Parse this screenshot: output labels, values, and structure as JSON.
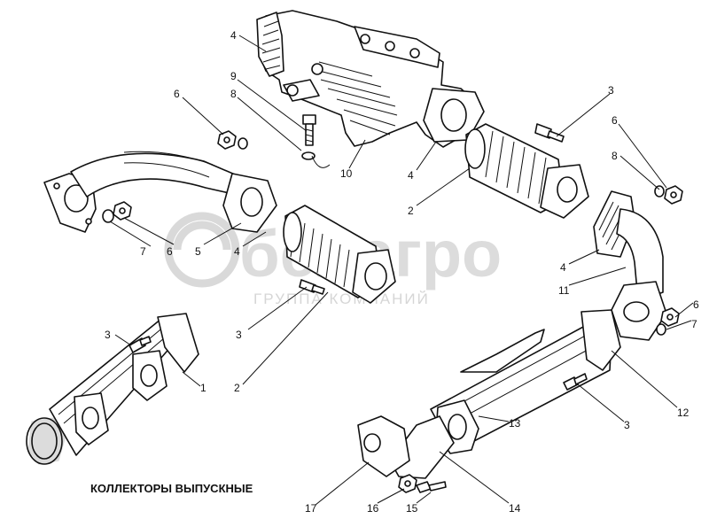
{
  "watermark": {
    "brand": "белагро",
    "tagline": "ГРУППА КОМПАНИЙ"
  },
  "caption": "КОЛЛЕКТОРЫ ВЫПУСКНЫЕ",
  "callouts": [
    {
      "id": "c4-top",
      "label": "4"
    },
    {
      "id": "c9",
      "label": "9"
    },
    {
      "id": "c8-left",
      "label": "8"
    },
    {
      "id": "c6-left",
      "label": "6"
    },
    {
      "id": "c10",
      "label": "10"
    },
    {
      "id": "c4-mid",
      "label": "4"
    },
    {
      "id": "c2-right",
      "label": "2"
    },
    {
      "id": "c3-top",
      "label": "3"
    },
    {
      "id": "c6-right",
      "label": "6"
    },
    {
      "id": "c8-right",
      "label": "8"
    },
    {
      "id": "c7-left",
      "label": "7"
    },
    {
      "id": "c6-mid",
      "label": "6"
    },
    {
      "id": "c5",
      "label": "5"
    },
    {
      "id": "c4-left",
      "label": "4"
    },
    {
      "id": "c4-r2",
      "label": "4"
    },
    {
      "id": "c11",
      "label": "11"
    },
    {
      "id": "c6-r2",
      "label": "6"
    },
    {
      "id": "c7-right",
      "label": "7"
    },
    {
      "id": "c3-mid",
      "label": "3"
    },
    {
      "id": "c3-left",
      "label": "3"
    },
    {
      "id": "c1",
      "label": "1"
    },
    {
      "id": "c2-mid",
      "label": "2"
    },
    {
      "id": "c12",
      "label": "12"
    },
    {
      "id": "c3-low",
      "label": "3"
    },
    {
      "id": "c13",
      "label": "13"
    },
    {
      "id": "c17",
      "label": "17"
    },
    {
      "id": "c16",
      "label": "16"
    },
    {
      "id": "c15",
      "label": "15"
    },
    {
      "id": "c14",
      "label": "14"
    }
  ]
}
